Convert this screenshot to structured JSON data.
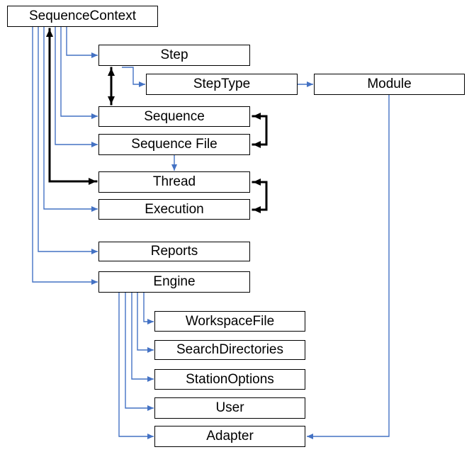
{
  "diagram": {
    "nodes": {
      "sequence_context": {
        "label": "SequenceContext"
      },
      "step": {
        "label": "Step"
      },
      "step_type": {
        "label": "StepType"
      },
      "module": {
        "label": "Module"
      },
      "sequence": {
        "label": "Sequence"
      },
      "sequence_file": {
        "label": "Sequence File"
      },
      "thread": {
        "label": "Thread"
      },
      "execution": {
        "label": "Execution"
      },
      "reports": {
        "label": "Reports"
      },
      "engine": {
        "label": "Engine"
      },
      "workspace_file": {
        "label": "WorkspaceFile"
      },
      "search_directories": {
        "label": "SearchDirectories"
      },
      "station_options": {
        "label": "StationOptions"
      },
      "user": {
        "label": "User"
      },
      "adapter": {
        "label": "Adapter"
      }
    },
    "edges": [
      {
        "from": "SequenceContext",
        "to": "Step",
        "color": "blue",
        "bidirectional": false
      },
      {
        "from": "SequenceContext",
        "to": "Sequence",
        "color": "blue",
        "bidirectional": false
      },
      {
        "from": "SequenceContext",
        "to": "Sequence File",
        "color": "blue",
        "bidirectional": false
      },
      {
        "from": "SequenceContext",
        "to": "Thread",
        "color": "black",
        "bidirectional": true
      },
      {
        "from": "SequenceContext",
        "to": "Execution",
        "color": "blue",
        "bidirectional": false
      },
      {
        "from": "SequenceContext",
        "to": "Reports",
        "color": "blue",
        "bidirectional": false
      },
      {
        "from": "SequenceContext",
        "to": "Engine",
        "color": "blue",
        "bidirectional": false
      },
      {
        "from": "Step",
        "to": "StepType",
        "color": "blue",
        "bidirectional": false
      },
      {
        "from": "StepType",
        "to": "Module",
        "color": "blue",
        "bidirectional": false
      },
      {
        "from": "Step",
        "to": "Sequence",
        "color": "black",
        "bidirectional": true
      },
      {
        "from": "Sequence",
        "to": "Sequence File",
        "color": "black",
        "bidirectional": true
      },
      {
        "from": "Sequence File",
        "to": "Thread",
        "color": "blue",
        "bidirectional": false
      },
      {
        "from": "Thread",
        "to": "Execution",
        "color": "black",
        "bidirectional": true
      },
      {
        "from": "Module",
        "to": "Adapter",
        "color": "blue",
        "bidirectional": false
      },
      {
        "from": "Engine",
        "to": "WorkspaceFile",
        "color": "blue",
        "bidirectional": false
      },
      {
        "from": "Engine",
        "to": "SearchDirectories",
        "color": "blue",
        "bidirectional": false
      },
      {
        "from": "Engine",
        "to": "StationOptions",
        "color": "blue",
        "bidirectional": false
      },
      {
        "from": "Engine",
        "to": "User",
        "color": "blue",
        "bidirectional": false
      },
      {
        "from": "Engine",
        "to": "Adapter",
        "color": "blue",
        "bidirectional": false
      }
    ],
    "colors": {
      "connector_blue": "#4472C4",
      "connector_black": "#000000",
      "box_border": "#000000",
      "box_fill": "#FFFFFF",
      "text": "#000000"
    }
  }
}
